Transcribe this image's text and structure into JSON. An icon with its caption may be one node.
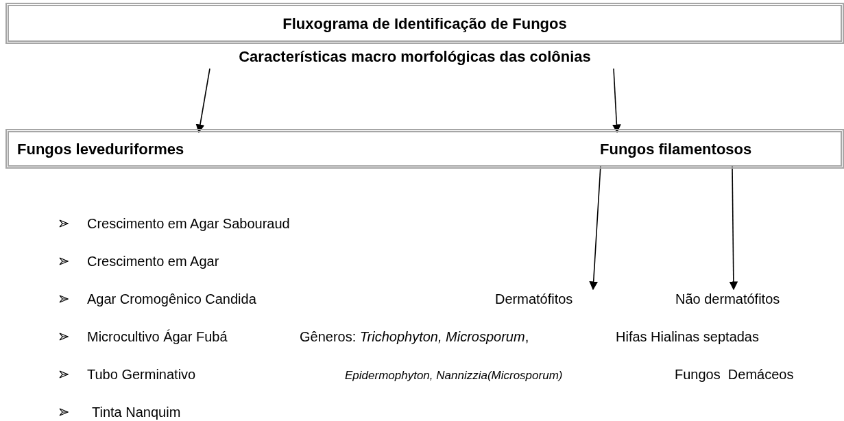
{
  "diagram": {
    "nodes": [
      {
        "text": [
          "Fluxograma de Identificação de Fungos"
        ]
      },
      {
        "text": [
          "Características macro morfológicas das colônias"
        ]
      },
      {
        "text": [],
        "shape": "box"
      },
      {
        "text": [
          "Fungos leveduriformes"
        ],
        "in": 2
      },
      {
        "text": [
          "Fungos filamentosos"
        ],
        "in": 2
      },
      {
        "text": [
          "Dermatófitos"
        ]
      },
      {
        "text": [
          "Não dermatófitos"
        ]
      }
    ],
    "edges": [
      {
        "from": 1,
        "to": 3,
        "arrow": "to"
      },
      {
        "from": 1,
        "to": 4,
        "arrow": "to"
      },
      {
        "from": 4,
        "to": 5,
        "arrow": "to"
      },
      {
        "from": 4,
        "to": 6,
        "arrow": "to"
      }
    ],
    "labels": [
      "Crescimento em Agar Sabouraud",
      "Crescimento em Agar",
      "Agar Cromogênico Candida",
      "Microcultivo Ágar Fubá",
      "Gêneros: *Trichophyton, Microsporum*,",
      "Hifas Hialinas septadas",
      "Tubo Germinativo",
      "Epidermophyton, Nannizzia(Microsporum)",
      "Fungos  Demáceos",
      "Tinta Nanquim"
    ]
  }
}
